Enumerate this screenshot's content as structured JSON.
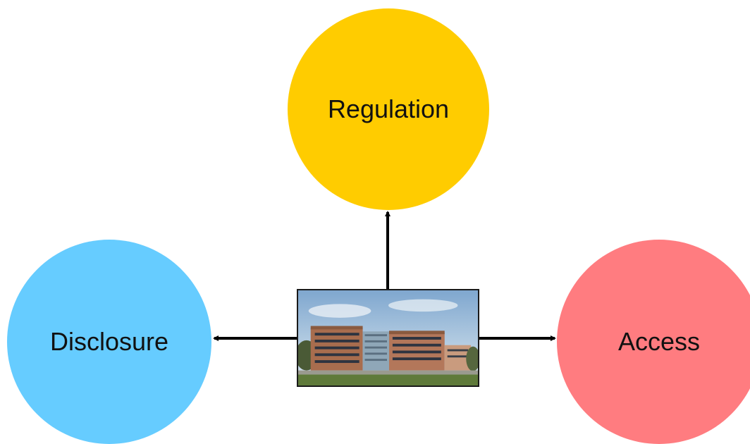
{
  "diagram": {
    "nodes": {
      "regulation": {
        "label": "Regulation",
        "color": "#FFCC00"
      },
      "disclosure": {
        "label": "Disclosure",
        "color": "#66CCFF"
      },
      "access": {
        "label": "Access",
        "color": "#FF7C80"
      }
    },
    "center": {
      "icon": "building-photo-icon"
    },
    "edges": [
      {
        "from": "center",
        "to": "regulation"
      },
      {
        "from": "center",
        "to": "disclosure"
      },
      {
        "from": "center",
        "to": "access"
      }
    ],
    "arrow_color": "#000000"
  }
}
